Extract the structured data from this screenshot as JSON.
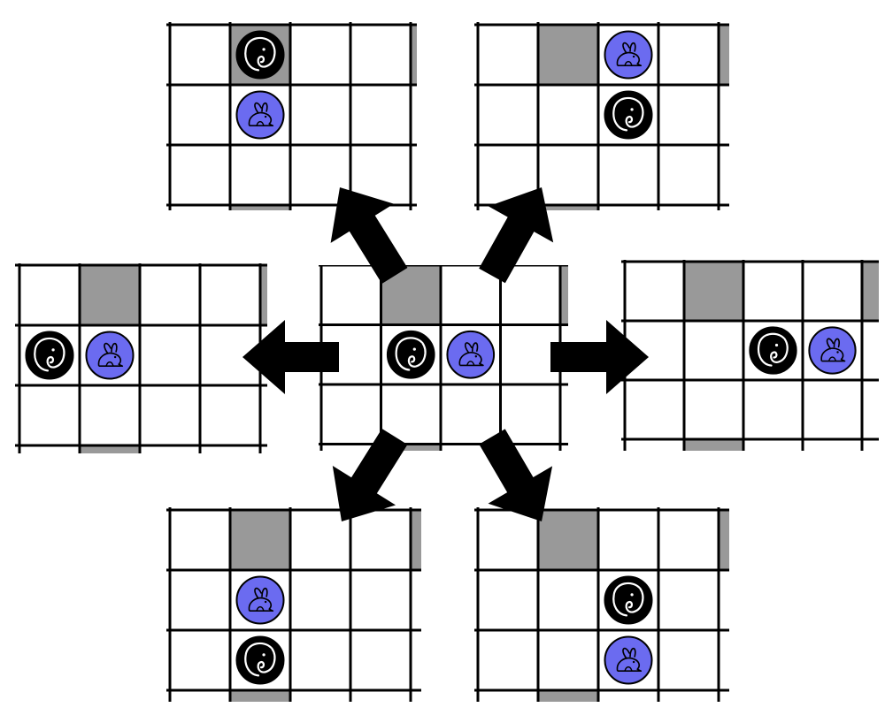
{
  "colors": {
    "background": "#ffffff",
    "grid_line": "#000000",
    "shaded_cell": "#999999",
    "elephant_token": "#000000",
    "rabbit_token": "#6b6bf0",
    "arrow": "#000000"
  },
  "icons": {
    "elephant": "elephant-icon",
    "rabbit": "rabbit-icon"
  },
  "boards": [
    {
      "id": "board-center",
      "shaded": [
        [
          0,
          1
        ]
      ],
      "pieces": [
        {
          "kind": "elephant",
          "row": 1,
          "col": 1
        },
        {
          "kind": "rabbit",
          "row": 1,
          "col": 2
        }
      ]
    },
    {
      "id": "board-top-left",
      "shaded": [
        [
          0,
          1
        ]
      ],
      "pieces": [
        {
          "kind": "elephant",
          "row": 0,
          "col": 1
        },
        {
          "kind": "rabbit",
          "row": 1,
          "col": 1
        }
      ]
    },
    {
      "id": "board-top-right",
      "shaded": [
        [
          0,
          1
        ]
      ],
      "pieces": [
        {
          "kind": "rabbit",
          "row": 0,
          "col": 2
        },
        {
          "kind": "elephant",
          "row": 1,
          "col": 2
        }
      ]
    },
    {
      "id": "board-left",
      "shaded": [
        [
          0,
          1
        ]
      ],
      "pieces": [
        {
          "kind": "elephant",
          "row": 1,
          "col": 0
        },
        {
          "kind": "rabbit",
          "row": 1,
          "col": 1
        }
      ]
    },
    {
      "id": "board-right",
      "shaded": [
        [
          0,
          1
        ]
      ],
      "pieces": [
        {
          "kind": "elephant",
          "row": 1,
          "col": 2
        },
        {
          "kind": "rabbit",
          "row": 1,
          "col": 3
        }
      ]
    },
    {
      "id": "board-bottom-left",
      "shaded": [
        [
          0,
          1
        ]
      ],
      "pieces": [
        {
          "kind": "rabbit",
          "row": 1,
          "col": 1
        },
        {
          "kind": "elephant",
          "row": 2,
          "col": 1
        }
      ]
    },
    {
      "id": "board-bottom-right",
      "shaded": [
        [
          0,
          1
        ]
      ],
      "pieces": [
        {
          "kind": "elephant",
          "row": 1,
          "col": 2
        },
        {
          "kind": "rabbit",
          "row": 2,
          "col": 2
        }
      ]
    }
  ],
  "arrows": [
    {
      "from": "board-center",
      "to": "board-top-left"
    },
    {
      "from": "board-center",
      "to": "board-top-right"
    },
    {
      "from": "board-center",
      "to": "board-left"
    },
    {
      "from": "board-center",
      "to": "board-right"
    },
    {
      "from": "board-center",
      "to": "board-bottom-left"
    },
    {
      "from": "board-center",
      "to": "board-bottom-right"
    }
  ]
}
